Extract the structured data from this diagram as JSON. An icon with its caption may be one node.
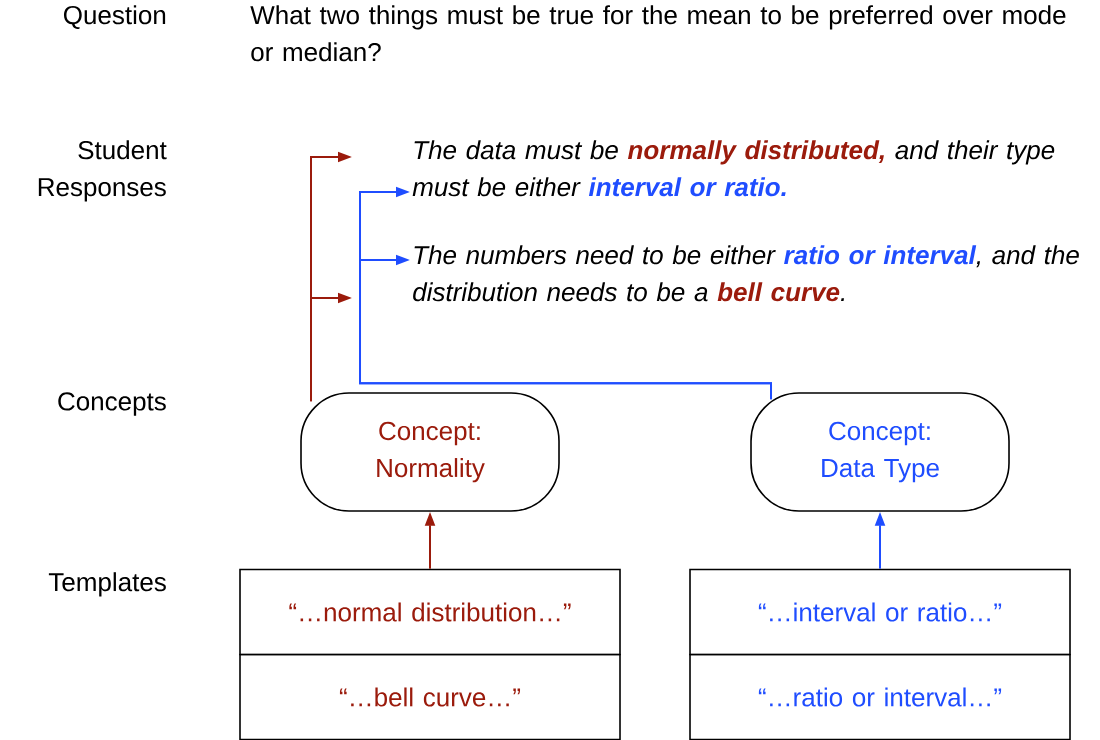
{
  "diagram": {
    "nodes": [
      {
        "text": [
          "The data must be",
          "normally distributed,",
          "and their type must be either",
          "interval or ratio."
        ]
      },
      {
        "text": [
          "The numbers need to be either",
          "ratio or interval",
          ", and the distribution needs to be a",
          "bell curve",
          "."
        ]
      },
      {
        "text": [
          "Concept: Normality"
        ]
      },
      {
        "text": [
          "Concept: Data Type"
        ]
      },
      {
        "text": [
          "“…normal distribution…”"
        ]
      },
      {
        "text": [
          "“…bell curve…”"
        ]
      },
      {
        "text": [
          "“…interval or ratio…”"
        ]
      },
      {
        "text": [
          "“…ratio or interval…”"
        ]
      }
    ],
    "edges": [
      {
        "from": 2,
        "to": 0,
        "arrow": "to",
        "color": "#9b1b0c"
      },
      {
        "from": 2,
        "to": 1,
        "arrow": "to",
        "color": "#9b1b0c"
      },
      {
        "from": 3,
        "to": 0,
        "arrow": "to",
        "color": "#1f4dff"
      },
      {
        "from": 3,
        "to": 1,
        "arrow": "to",
        "color": "#1f4dff"
      },
      {
        "from": 4,
        "to": 2,
        "arrow": "to",
        "color": "#9b1b0c"
      },
      {
        "from": 6,
        "to": 3,
        "arrow": "to",
        "color": "#1f4dff"
      }
    ],
    "labels": [
      "Question",
      "What two things must be true for the mean to be preferred over mode or median?",
      "Student Responses",
      "Concepts",
      "Templates"
    ]
  }
}
